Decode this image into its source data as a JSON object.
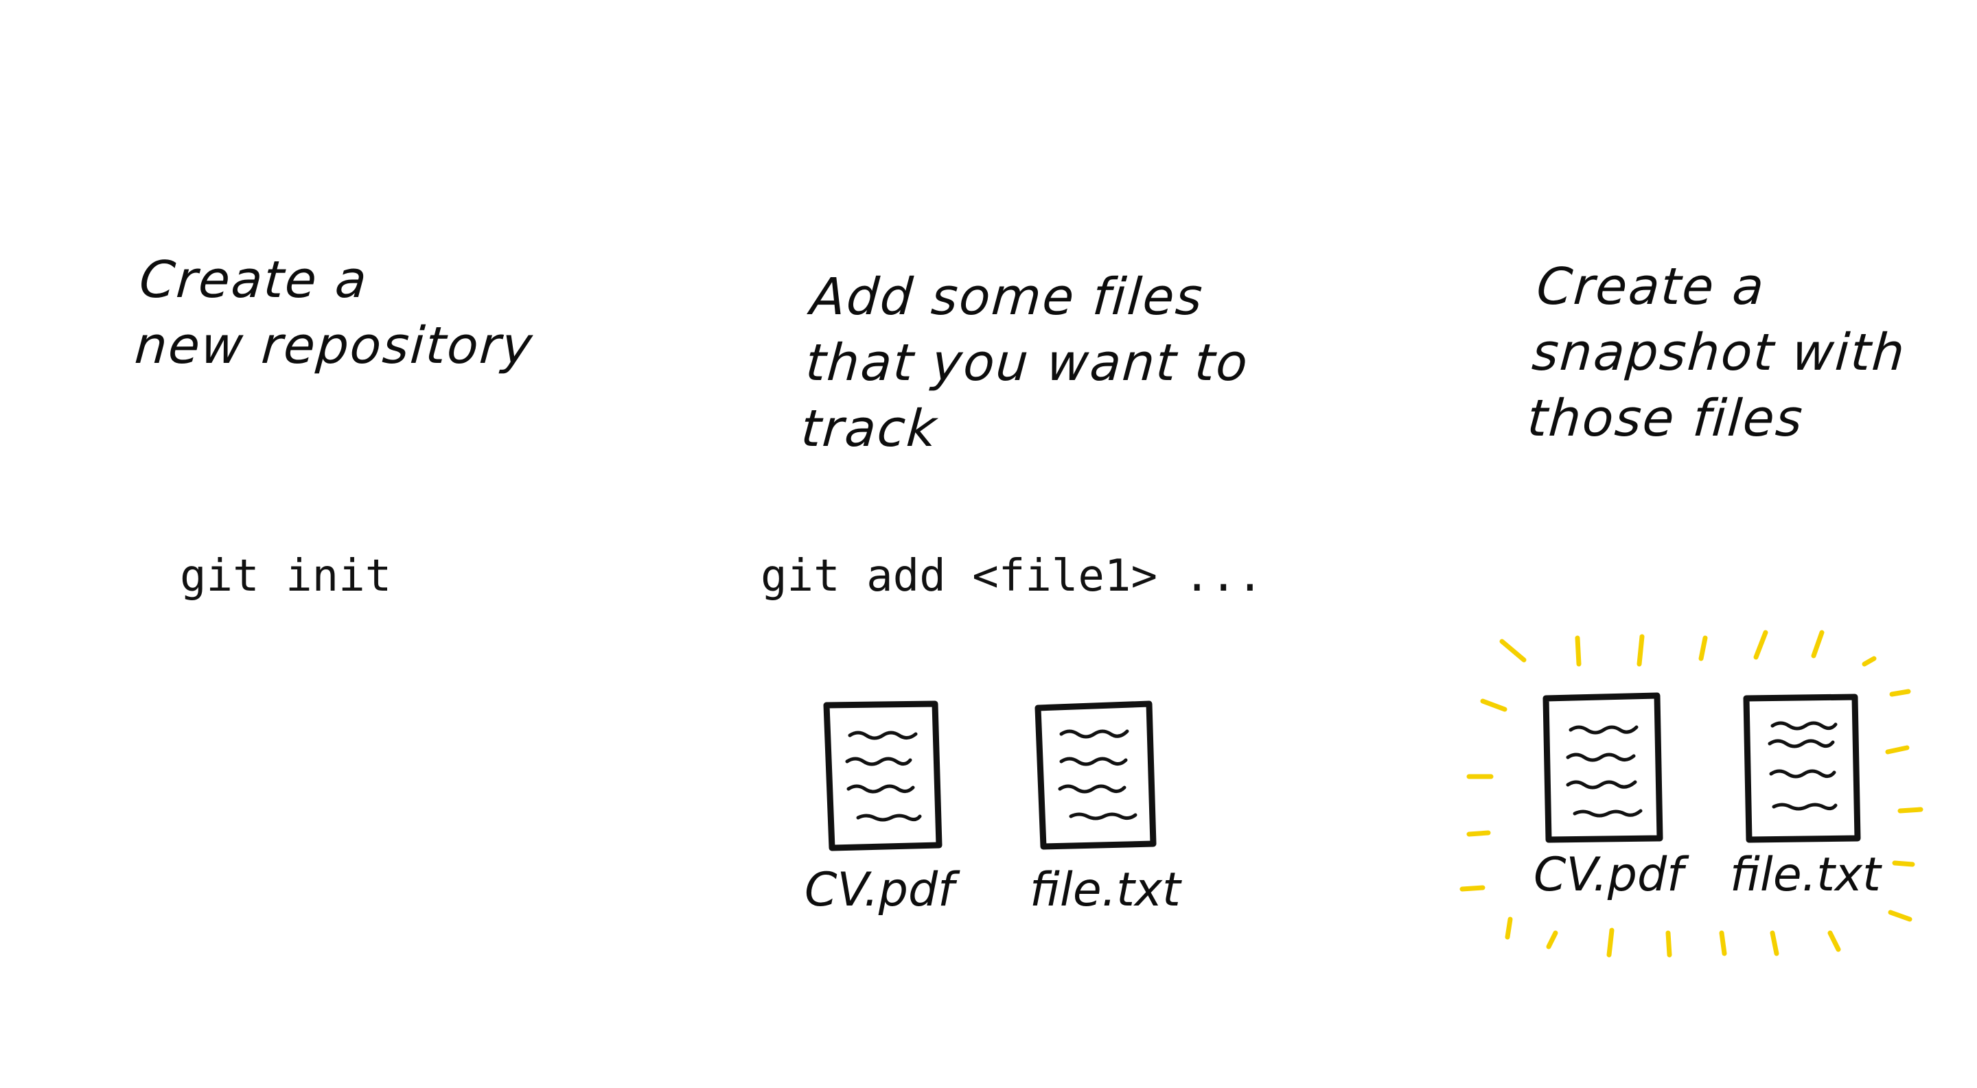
{
  "accent_color": "#f5d000",
  "ink_color": "#111111",
  "steps": [
    {
      "heading": "Create a\nnew repository",
      "command": "git init"
    },
    {
      "heading": "Add some files\nthat you want to\ntrack",
      "command": "git add <file1> ...",
      "files": [
        "CV.pdf",
        "file.txt"
      ]
    },
    {
      "heading": "Create a\nsnapshot with\nthose files",
      "files": [
        "CV.pdf",
        "file.txt"
      ],
      "highlight": "glow-rays"
    }
  ]
}
